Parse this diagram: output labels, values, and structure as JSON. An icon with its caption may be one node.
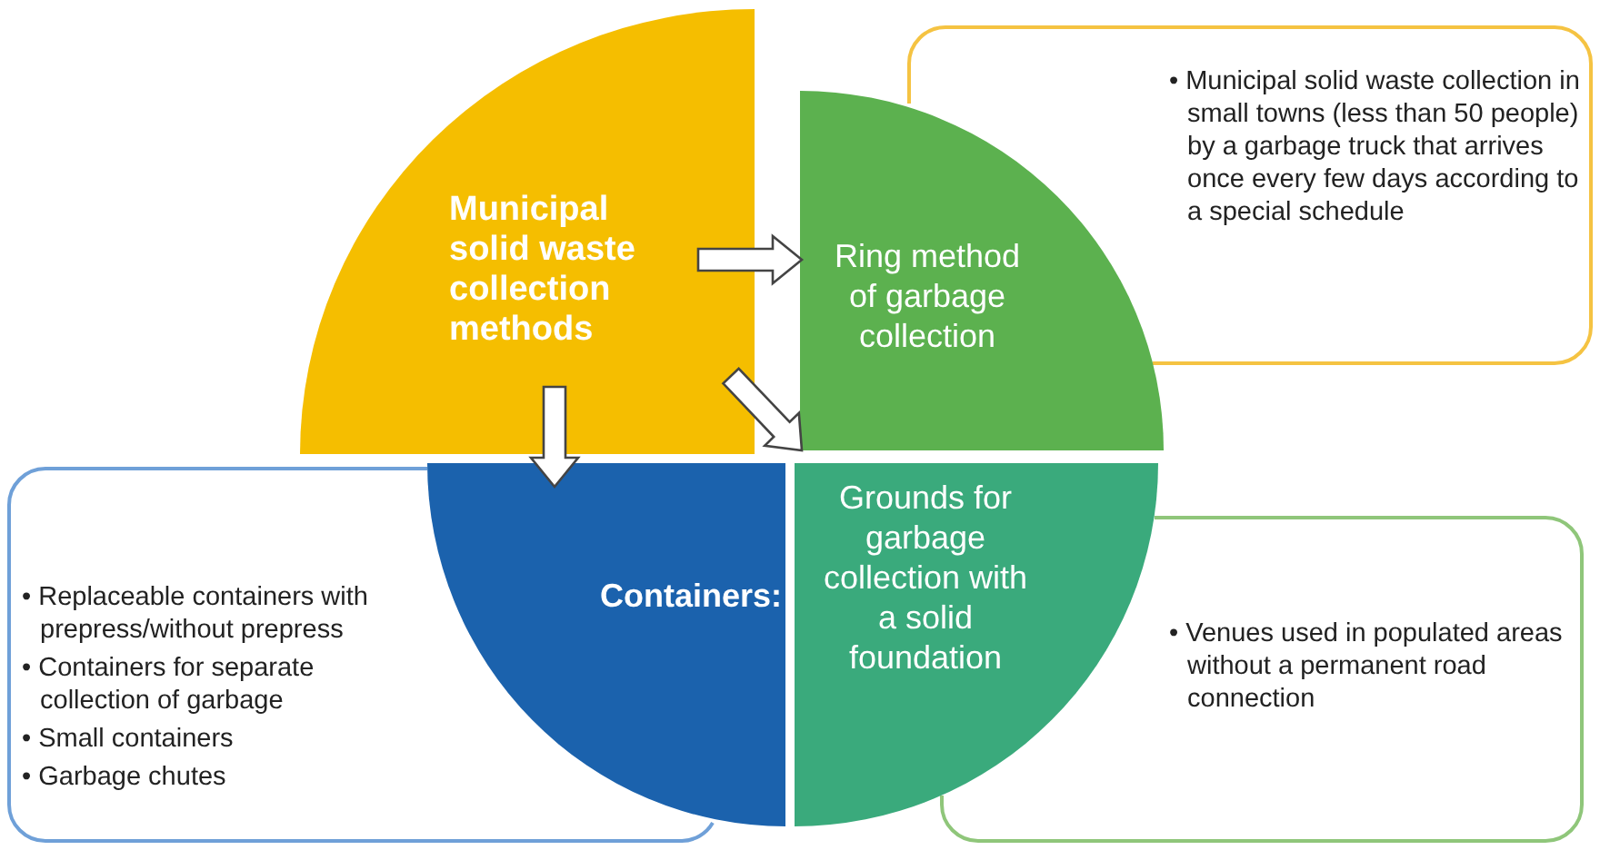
{
  "diagram": {
    "nodes": [
      {
        "text": [
          "Municipal solid waste collection methods"
        ]
      },
      {
        "text": [
          "Ring method of garbage collection"
        ]
      },
      {
        "text": [
          "Containers:"
        ]
      },
      {
        "text": [
          "Grounds for garbage collection with a solid foundation"
        ]
      },
      {
        "text": [
          "• Municipal solid waste collection in small towns (less than 50 people) by a garbage truck that arrives once every few days according to a special schedule"
        ]
      },
      {
        "text": [
          "• Replaceable containers with prepress/without prepress",
          "• Containers for separate collection of garbage",
          "• Small containers",
          "• Garbage chutes"
        ]
      },
      {
        "text": [
          "• Venues used in populated areas without a permanent road connection"
        ]
      }
    ],
    "edges": [
      {
        "from": 0,
        "to": 1,
        "arrow": "to"
      },
      {
        "from": 0,
        "to": 3,
        "arrow": "to"
      },
      {
        "from": 0,
        "to": 2,
        "arrow": "to"
      }
    ]
  }
}
